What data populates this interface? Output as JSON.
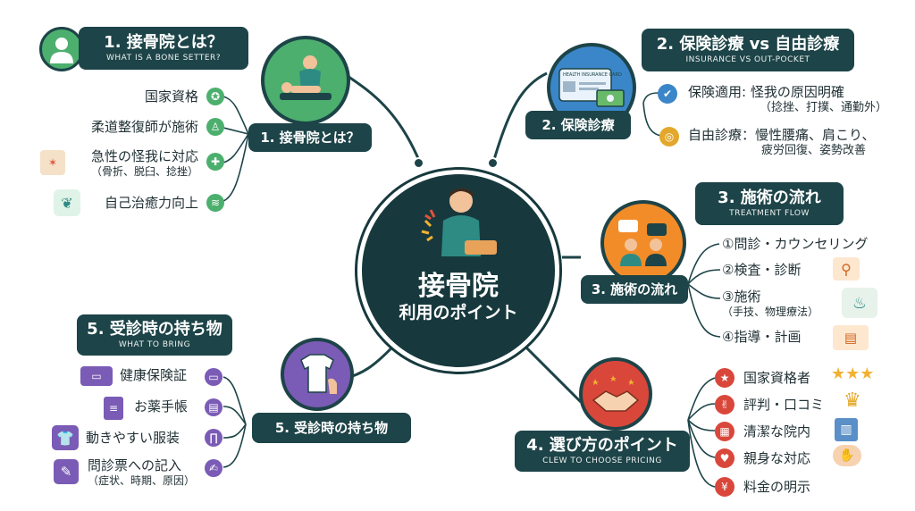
{
  "center": {
    "title": "接骨院",
    "subtitle": "利用のポイント"
  },
  "section1": {
    "header_title": "1. 接骨院とは？",
    "header_sub": "WHAT IS A BONE SETTER?",
    "node_label": "1. 接骨院とは？",
    "items": [
      {
        "text": "国家資格",
        "icon": "certificate-icon"
      },
      {
        "text": "柔道整復師が施術",
        "icon": "practitioner-icon"
      },
      {
        "text": "急性の怪我に対応",
        "sub": "（骨折、脱臼、捻挫）",
        "icon": "injury-icon"
      },
      {
        "text": "自己治癒力向上",
        "icon": "healing-icon"
      }
    ]
  },
  "section2": {
    "header_title": "2. 保険診療 vs 自由診療",
    "header_sub": "INSURANCE VS OUT-POCKET",
    "node_label": "2. 保険診療",
    "card_label": "HEALTH INSURANCE CARD",
    "items": [
      {
        "text": "保険適用: 怪我の原因明確",
        "sub": "（捻挫、打撲、通勤外）",
        "icon": "check-shield-icon"
      },
      {
        "text": "自由診療：慢性腰痛、肩こり、",
        "sub": "疲労回復、姿勢改善",
        "icon": "coins-icon"
      }
    ]
  },
  "section3": {
    "header_title": "3. 施術の流れ",
    "header_sub": "TREATMENT FLOW",
    "node_label": "3. 施術の流れ",
    "items": [
      {
        "text": "①問診・カウンセリング"
      },
      {
        "text": "②検査・診断",
        "icon": "diagnosis-icon"
      },
      {
        "text": "③施術",
        "sub": "（手技、物理療法）",
        "icon": "treatment-icon"
      },
      {
        "text": "④指導・計画",
        "icon": "plan-icon"
      }
    ]
  },
  "section4": {
    "header_title": "4. 選び方のポイント",
    "header_sub": "CLEW TO CHOOSE PRICING",
    "items": [
      {
        "text": "国家資格者",
        "icon": "star-icon"
      },
      {
        "text": "評判・口コミ",
        "icon": "thumbs-up-icon"
      },
      {
        "text": "清潔な院内",
        "icon": "building-icon"
      },
      {
        "text": "親身な対応",
        "icon": "heart-icon"
      },
      {
        "text": "料金の明示",
        "icon": "yen-icon"
      }
    ]
  },
  "section5": {
    "header_title": "5. 受診時の持ち物",
    "header_sub": "WHAT TO BRING",
    "node_label": "5. 受診時の持ち物",
    "items": [
      {
        "text": "健康保険証",
        "icon": "id-card-icon"
      },
      {
        "text": "お薬手帳",
        "icon": "notebook-icon"
      },
      {
        "text": "動きやすい服装",
        "icon": "tshirt-icon"
      },
      {
        "text": "問診票への記入",
        "sub": "（症状、時期、原因）",
        "icon": "pen-icon"
      }
    ]
  },
  "colors": {
    "dark": "#1d4448",
    "green": "#4caf6e",
    "blue": "#3a86c8",
    "orange": "#f28c28",
    "red": "#d9473b",
    "purple": "#7a5bb5"
  }
}
